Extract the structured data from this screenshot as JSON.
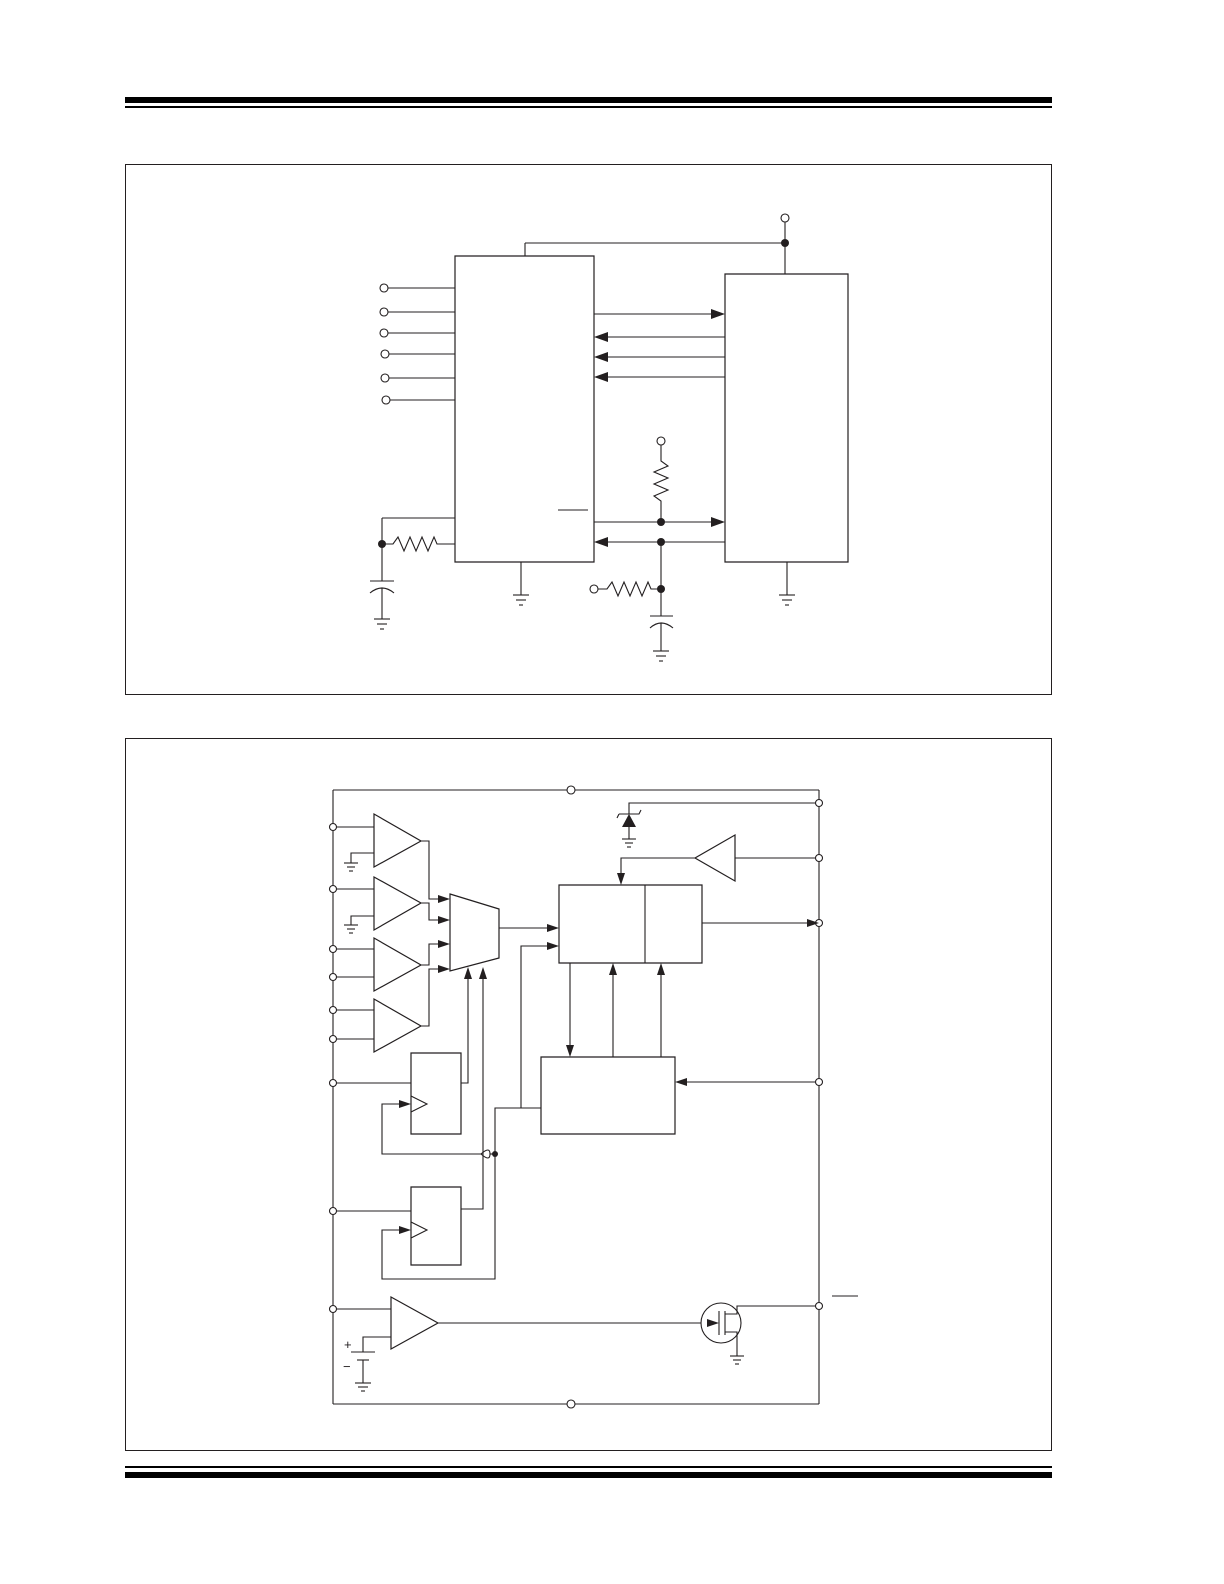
{
  "page": {
    "header_rule": "top",
    "footer_rule": "bottom"
  },
  "figures": [
    {
      "id": "figure-1",
      "type": "application-circuit-schematic",
      "visible_text": ""
    },
    {
      "id": "figure-2",
      "type": "functional-block-diagram",
      "visible_text": "",
      "symbols": {
        "battery_plus": "+",
        "battery_minus": "−"
      }
    }
  ],
  "colors": {
    "ink": "#231f20",
    "background": "#ffffff"
  }
}
